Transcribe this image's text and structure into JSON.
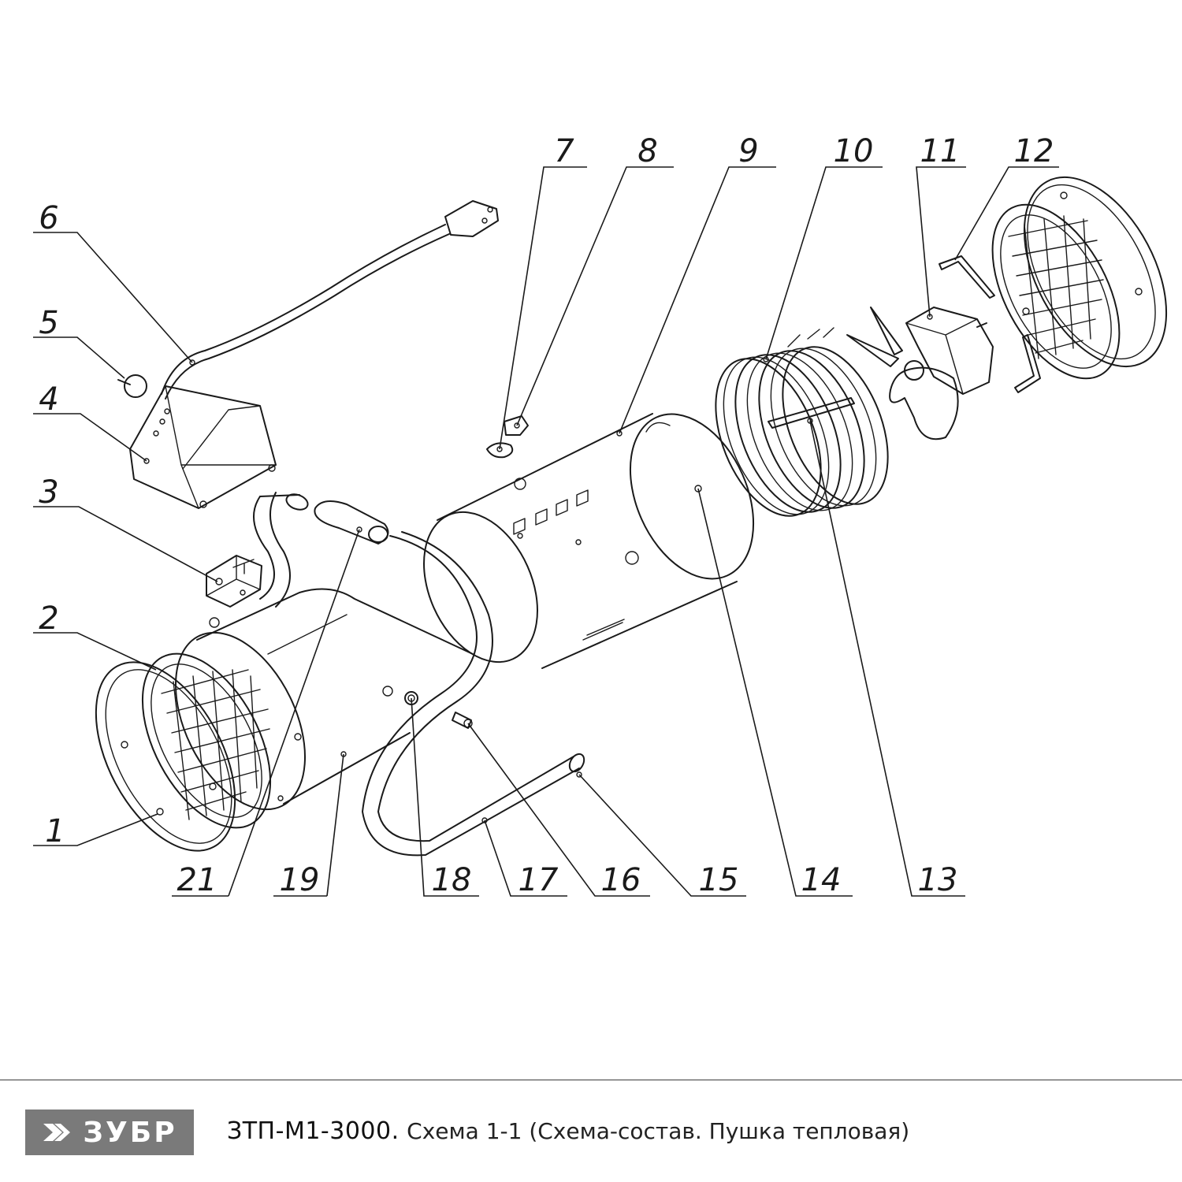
{
  "diagram": {
    "callouts": [
      {
        "id": "c1",
        "label": "1"
      },
      {
        "id": "c2",
        "label": "2"
      },
      {
        "id": "c3",
        "label": "3"
      },
      {
        "id": "c4",
        "label": "4"
      },
      {
        "id": "c5",
        "label": "5"
      },
      {
        "id": "c6",
        "label": "6"
      },
      {
        "id": "c7",
        "label": "7"
      },
      {
        "id": "c8",
        "label": "8"
      },
      {
        "id": "c9",
        "label": "9"
      },
      {
        "id": "c10",
        "label": "10"
      },
      {
        "id": "c11",
        "label": "11"
      },
      {
        "id": "c12",
        "label": "12"
      },
      {
        "id": "c13",
        "label": "13"
      },
      {
        "id": "c14",
        "label": "14"
      },
      {
        "id": "c15",
        "label": "15"
      },
      {
        "id": "c16",
        "label": "16"
      },
      {
        "id": "c17",
        "label": "17"
      },
      {
        "id": "c18",
        "label": "18"
      },
      {
        "id": "c19",
        "label": "19"
      },
      {
        "id": "c21",
        "label": "21"
      }
    ]
  },
  "footer": {
    "brand": "ЗУБР",
    "model": "ЗТП-М1-3000.",
    "description": "Схема 1-1 (Схема-состав. Пушка тепловая)"
  }
}
